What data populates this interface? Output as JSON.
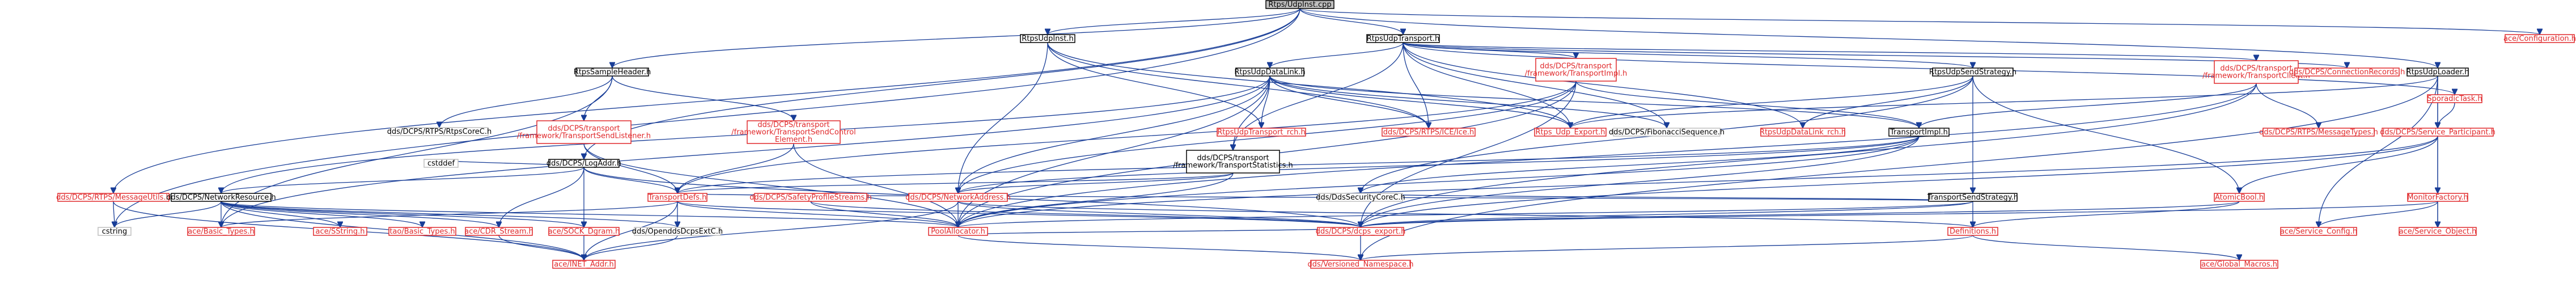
{
  "graph": {
    "title": "",
    "nodes": [
      {
        "id": "root",
        "label": "Rtps/UdpInst.cpp",
        "style": "root"
      },
      {
        "id": "udpinst_h",
        "label": "RtpsUdpInst.h",
        "style": "plain"
      },
      {
        "id": "udptransport_h",
        "label": "RtpsUdpTransport.h",
        "style": "plain"
      },
      {
        "id": "configuration_h",
        "label": "ace/Configuration.h",
        "style": "linked"
      },
      {
        "id": "udploader_h",
        "label": "RtpsUdpLoader.h",
        "style": "plain"
      },
      {
        "id": "messageutils_h",
        "label": "dds/DCPS/RTPS/MessageUtils.h",
        "style": "linked"
      },
      {
        "id": "sampleheader_h",
        "label": "RtpsSampleHeader.h",
        "style": "plain"
      },
      {
        "id": "loglib_h",
        "label": "dds/DCPS/LogAddr.h",
        "style": "plain"
      },
      {
        "id": "rtpscorec_h",
        "label": "dds/DCPS/RTPS/RtpsCoreC.h",
        "style": "missing"
      },
      {
        "id": "transportsendlistener_h",
        "label": "dds/DCPS/transport /framework/TransportSendListener.h",
        "style": "linked"
      },
      {
        "id": "transportsendcontrol_h",
        "label": "dds/DCPS/transport /framework/TransportSendControl Element.h",
        "style": "linked"
      },
      {
        "id": "datalink_h",
        "label": "RtpsUdpDataLink.h",
        "style": "plain"
      },
      {
        "id": "transportimpl_fw_h",
        "label": "dds/DCPS/transport /framework/TransportImpl.h",
        "style": "linked"
      },
      {
        "id": "transportstats_h",
        "label": "dds/DCPS/transport /framework/TransportStatistics.h",
        "style": "plain"
      },
      {
        "id": "fibonacci_h",
        "label": "dds/DCPS/FibonacciSequence.h",
        "style": "missing"
      },
      {
        "id": "sendstrategy_h",
        "label": "RtpsUdpSendStrategy.h",
        "style": "plain"
      },
      {
        "id": "transportclient_h",
        "label": "dds/DCPS/transport /framework/TransportClient.h",
        "style": "linked"
      },
      {
        "id": "connectionrecords_h",
        "label": "dds/DCPS/ConnectionRecords.h",
        "style": "linked"
      },
      {
        "id": "sporadictask_h",
        "label": "SporadicTask.h",
        "style": "linked"
      },
      {
        "id": "service_participant_h",
        "label": "dds/DCPS/Service_Participant.h",
        "style": "linked"
      },
      {
        "id": "udptransport_rch_h",
        "label": "RtpsUdpTransport_rch.h",
        "style": "linked"
      },
      {
        "id": "rtpsicec_h",
        "label": "dds/DCPS/RTPS/ICE/Ice.h",
        "style": "linked"
      },
      {
        "id": "rtps_udp_export_h",
        "label": "Rtps_Udp_Export.h",
        "style": "linked"
      },
      {
        "id": "datalink_rch_h",
        "label": "RtpsUdpDataLink_rch.h",
        "style": "linked"
      },
      {
        "id": "transportimpl_h",
        "label": "TransportImpl.h",
        "style": "plain"
      },
      {
        "id": "messagetypes_h",
        "label": "dds/DCPS/RTPS/MessageTypes.h",
        "style": "linked"
      },
      {
        "id": "networkresource_h",
        "label": "dds/DCPS/NetworkResource.h",
        "style": "plain"
      },
      {
        "id": "cstddef",
        "label": "cstddef",
        "style": "missing"
      },
      {
        "id": "transportdefs_h",
        "label": "TransportDefs.h",
        "style": "linked"
      },
      {
        "id": "safetyprofile_h",
        "label": "dds/DCPS/SafetyProfileStreams.h",
        "style": "linked"
      },
      {
        "id": "networkaddress_h",
        "label": "dds/DCPS/NetworkAddress.h",
        "style": "linked"
      },
      {
        "id": "ddssecurity_h",
        "label": "dds/DdsSecurityCoreC.h",
        "style": "missing"
      },
      {
        "id": "transportsendstrategy_h",
        "label": "TransportSendStrategy.h",
        "style": "plain"
      },
      {
        "id": "atomicbool_h",
        "label": "AtomicBool.h",
        "style": "linked"
      },
      {
        "id": "monitorfactory_h",
        "label": "MonitorFactory.h",
        "style": "linked"
      },
      {
        "id": "cstring",
        "label": "cstring",
        "style": "missing"
      },
      {
        "id": "basic_types_h",
        "label": "ace/Basic_Types.h",
        "style": "linked"
      },
      {
        "id": "sstring_h",
        "label": "ace/SString.h",
        "style": "linked"
      },
      {
        "id": "tao_basic_types_h",
        "label": "tao/Basic_Types.h",
        "style": "linked"
      },
      {
        "id": "cdr_stream_h",
        "label": "ace/CDR_Stream.h",
        "style": "linked"
      },
      {
        "id": "sock_dgram_h",
        "label": "ace/SOCK_Dgram.h",
        "style": "linked"
      },
      {
        "id": "opendds_dcps_h",
        "label": "dds/OpenddsDcpsExtC.h",
        "style": "missing"
      },
      {
        "id": "poolallocator_h",
        "label": "PoolAllocator.h",
        "style": "linked"
      },
      {
        "id": "dcps_export_h",
        "label": "dds/DCPS/dcps_export.h",
        "style": "linked"
      },
      {
        "id": "definitions_h",
        "label": "Definitions.h",
        "style": "linked"
      },
      {
        "id": "service_config_h",
        "label": "ace/Service_Config.h",
        "style": "linked"
      },
      {
        "id": "service_object_h",
        "label": "ace/Service_Object.h",
        "style": "linked"
      },
      {
        "id": "inet_addr_h",
        "label": "ace/INET_Addr.h",
        "style": "linked"
      },
      {
        "id": "versioned_namespace_h",
        "label": "dds/Versioned_Namespace.h",
        "style": "linked"
      },
      {
        "id": "global_macros_h",
        "label": "ace/Global_Macros.h",
        "style": "linked"
      }
    ],
    "edges": [
      [
        "root",
        "udpinst_h"
      ],
      [
        "root",
        "udptransport_h"
      ],
      [
        "root",
        "configuration_h"
      ],
      [
        "root",
        "udploader_h"
      ],
      [
        "root",
        "messageutils_h"
      ],
      [
        "root",
        "sampleheader_h"
      ],
      [
        "root",
        "loglib_h"
      ],
      [
        "root",
        "cstring"
      ],
      [
        "udpinst_h",
        "rtpsicec_h"
      ],
      [
        "udpinst_h",
        "rtps_udp_export_h"
      ],
      [
        "udpinst_h",
        "udptransport_rch_h"
      ],
      [
        "udpinst_h",
        "networkaddress_h"
      ],
      [
        "udptransport_h",
        "datalink_h"
      ],
      [
        "udptransport_h",
        "transportimpl_fw_h"
      ],
      [
        "udptransport_h",
        "fibonacci_h"
      ],
      [
        "udptransport_h",
        "sendstrategy_h"
      ],
      [
        "udptransport_h",
        "transportclient_h"
      ],
      [
        "udptransport_h",
        "connectionrecords_h"
      ],
      [
        "udptransport_h",
        "sporadictask_h"
      ],
      [
        "udptransport_h",
        "rtps_udp_export_h"
      ],
      [
        "udptransport_h",
        "datalink_rch_h"
      ],
      [
        "udptransport_h",
        "transportstats_h"
      ],
      [
        "udptransport_h",
        "rtpsicec_h"
      ],
      [
        "udploader_h",
        "service_participant_h"
      ],
      [
        "udploader_h",
        "service_object_h"
      ],
      [
        "udploader_h",
        "service_config_h"
      ],
      [
        "udploader_h",
        "rtps_udp_export_h"
      ],
      [
        "udploader_h",
        "versioned_namespace_h"
      ],
      [
        "messageutils_h",
        "cstring"
      ],
      [
        "messageutils_h",
        "inet_addr_h"
      ],
      [
        "sampleheader_h",
        "rtpscorec_h"
      ],
      [
        "sampleheader_h",
        "transportsendlistener_h"
      ],
      [
        "sampleheader_h",
        "transportsendcontrol_h"
      ],
      [
        "sampleheader_h",
        "basic_types_h"
      ],
      [
        "loglib_h",
        "networkresource_h"
      ],
      [
        "loglib_h",
        "cstddef"
      ],
      [
        "loglib_h",
        "cdr_stream_h"
      ],
      [
        "loglib_h",
        "sock_dgram_h"
      ],
      [
        "loglib_h",
        "dcps_export_h"
      ],
      [
        "loglib_h",
        "transportdefs_h"
      ],
      [
        "transportsendlistener_h",
        "transportdefs_h"
      ],
      [
        "transportsendlistener_h",
        "poolallocator_h"
      ],
      [
        "transportsendcontrol_h",
        "transportdefs_h"
      ],
      [
        "transportsendcontrol_h",
        "poolallocator_h"
      ],
      [
        "datalink_h",
        "transportstats_h"
      ],
      [
        "datalink_h",
        "udptransport_rch_h"
      ],
      [
        "datalink_h",
        "rtpsicec_h"
      ],
      [
        "datalink_h",
        "fibonacci_h"
      ],
      [
        "datalink_h",
        "transportimpl_h"
      ],
      [
        "datalink_h",
        "networkaddress_h"
      ],
      [
        "datalink_h",
        "poolallocator_h"
      ],
      [
        "datalink_h",
        "rtps_udp_export_h"
      ],
      [
        "datalink_h",
        "networkresource_h"
      ],
      [
        "datalink_h",
        "basic_types_h"
      ],
      [
        "transportimpl_fw_h",
        "transportimpl_h"
      ],
      [
        "transportimpl_fw_h",
        "networkaddress_h"
      ],
      [
        "transportimpl_fw_h",
        "transportdefs_h"
      ],
      [
        "transportimpl_fw_h",
        "dcps_export_h"
      ],
      [
        "transportimpl_fw_h",
        "poolallocator_h"
      ],
      [
        "transportstats_h",
        "transportdefs_h"
      ],
      [
        "transportstats_h",
        "networkaddress_h"
      ],
      [
        "transportstats_h",
        "poolallocator_h"
      ],
      [
        "sendstrategy_h",
        "transportsendstrategy_h"
      ],
      [
        "sendstrategy_h",
        "rtps_udp_export_h"
      ],
      [
        "sendstrategy_h",
        "datalink_rch_h"
      ],
      [
        "sendstrategy_h",
        "ddssecurity_h"
      ],
      [
        "sendstrategy_h",
        "atomicbool_h"
      ],
      [
        "transportclient_h",
        "transportimpl_h"
      ],
      [
        "transportclient_h",
        "messagetypes_h"
      ],
      [
        "transportclient_h",
        "dcps_export_h"
      ],
      [
        "transportclient_h",
        "poolallocator_h"
      ],
      [
        "sporadictask_h",
        "service_participant_h"
      ],
      [
        "service_participant_h",
        "atomicbool_h"
      ],
      [
        "service_participant_h",
        "monitorfactory_h"
      ],
      [
        "service_participant_h",
        "dcps_export_h"
      ],
      [
        "service_participant_h",
        "poolallocator_h"
      ],
      [
        "transportimpl_h",
        "transportdefs_h"
      ],
      [
        "transportimpl_h",
        "networkaddress_h"
      ],
      [
        "transportimpl_h",
        "ddssecurity_h"
      ],
      [
        "transportimpl_h",
        "dcps_export_h"
      ],
      [
        "transportimpl_h",
        "poolallocator_h"
      ],
      [
        "transportsendstrategy_h",
        "transportdefs_h"
      ],
      [
        "transportsendstrategy_h",
        "ddssecurity_h"
      ],
      [
        "transportsendstrategy_h",
        "definitions_h"
      ],
      [
        "transportsendstrategy_h",
        "dcps_export_h"
      ],
      [
        "transportsendstrategy_h",
        "poolallocator_h"
      ],
      [
        "networkresource_h",
        "cstring"
      ],
      [
        "networkresource_h",
        "basic_types_h"
      ],
      [
        "networkresource_h",
        "sstring_h"
      ],
      [
        "networkresource_h",
        "tao_basic_types_h"
      ],
      [
        "networkresource_h",
        "cdr_stream_h"
      ],
      [
        "networkresource_h",
        "sock_dgram_h"
      ],
      [
        "networkresource_h",
        "opendds_dcps_h"
      ],
      [
        "networkresource_h",
        "poolallocator_h"
      ],
      [
        "networkresource_h",
        "inet_addr_h"
      ],
      [
        "transportdefs_h",
        "basic_types_h"
      ],
      [
        "transportdefs_h",
        "opendds_dcps_h"
      ],
      [
        "transportdefs_h",
        "poolallocator_h"
      ],
      [
        "transportdefs_h",
        "dcps_export_h"
      ],
      [
        "transportdefs_h",
        "inet_addr_h"
      ],
      [
        "safetyprofile_h",
        "poolallocator_h"
      ],
      [
        "safetyprofile_h",
        "dcps_export_h"
      ],
      [
        "networkaddress_h",
        "poolallocator_h"
      ],
      [
        "networkaddress_h",
        "dcps_export_h"
      ],
      [
        "networkaddress_h",
        "inet_addr_h"
      ],
      [
        "networkaddress_h",
        "definitions_h"
      ],
      [
        "atomicbool_h",
        "dcps_export_h"
      ],
      [
        "atomicbool_h",
        "definitions_h"
      ],
      [
        "monitorfactory_h",
        "dcps_export_h"
      ],
      [
        "monitorfactory_h",
        "service_object_h"
      ],
      [
        "monitorfactory_h",
        "service_config_h"
      ],
      [
        "poolallocator_h",
        "dcps_export_h"
      ],
      [
        "poolallocator_h",
        "versioned_namespace_h"
      ],
      [
        "dcps_export_h",
        "versioned_namespace_h"
      ],
      [
        "definitions_h",
        "versioned_namespace_h"
      ],
      [
        "definitions_h",
        "global_macros_h"
      ],
      [
        "sock_dgram_h",
        "inet_addr_h"
      ],
      [
        "cdr_stream_h",
        "inet_addr_h"
      ],
      [
        "opendds_dcps_h",
        "inet_addr_h"
      ]
    ]
  }
}
